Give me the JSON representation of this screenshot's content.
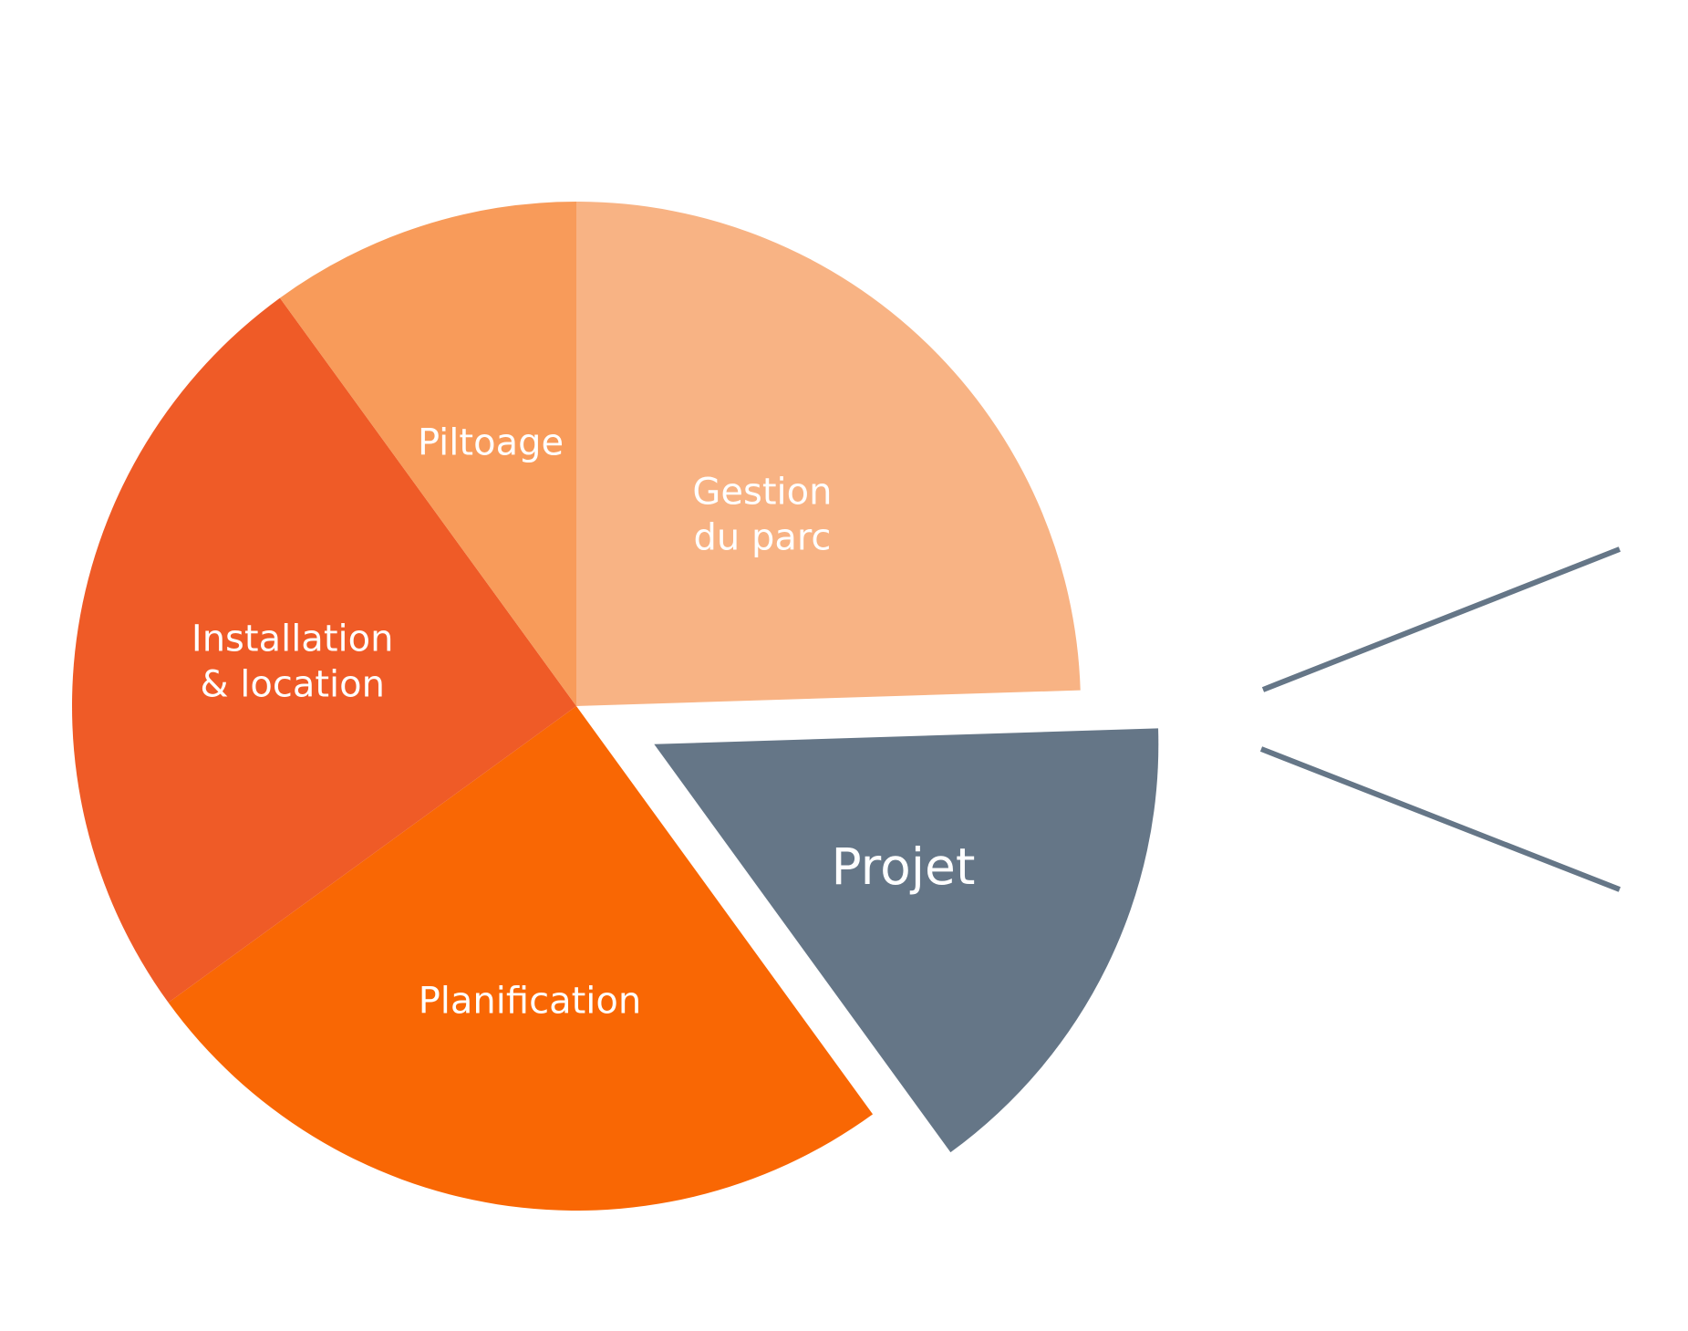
{
  "chart_data": {
    "type": "pie",
    "title": "",
    "slices": [
      {
        "label_lines": [
          "Gestion",
          "du parc"
        ],
        "value": 24.5,
        "color": "#F8B384"
      },
      {
        "label_lines": [
          "Projet"
        ],
        "value": 15.5,
        "color": "#657687",
        "exploded": true
      },
      {
        "label_lines": [
          "Planification"
        ],
        "value": 25.0,
        "color": "#F96704"
      },
      {
        "label_lines": [
          "Installation",
          "& location"
        ],
        "value": 25.0,
        "color": "#EF5B27"
      },
      {
        "label_lines": [
          "Piltoage"
        ],
        "value": 10.0,
        "color": "#F89B5A"
      }
    ],
    "start_direction": "12 o'clock",
    "direction": "clockwise",
    "legend": "none",
    "callout": {
      "from_slice": "Projet",
      "style": "two diverging lines",
      "color": "#657687"
    }
  }
}
